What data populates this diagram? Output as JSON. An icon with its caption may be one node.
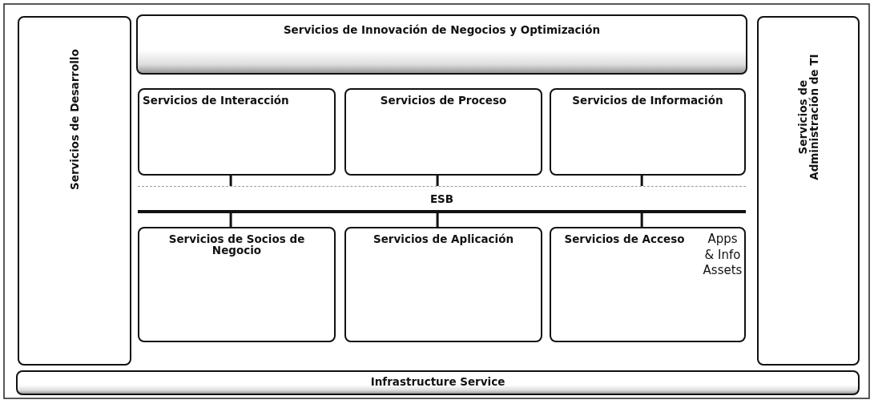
{
  "diagram": {
    "nodes": [
      {
        "text": [
          "Servicios de Desarrollo"
        ]
      },
      {
        "text": [
          "Servicios de Innovación de Negocios y Optimización"
        ]
      },
      {
        "text": [
          "Servicios de Administración de TI"
        ]
      },
      {
        "text": [
          "Servicios de Interacción"
        ]
      },
      {
        "text": [
          "Servicios de Proceso"
        ]
      },
      {
        "text": [
          "Servicios de Información"
        ]
      },
      {
        "text": [
          "ESB"
        ]
      },
      {
        "text": [
          "Servicios de Socios de Negocio"
        ]
      },
      {
        "text": [
          "Servicios de Aplicación"
        ]
      },
      {
        "text": [
          "Servicios de Acceso",
          "Apps & Info Assets"
        ]
      },
      {
        "text": [
          "Infrastructure Service"
        ]
      }
    ],
    "edges": [
      {
        "from": 3,
        "to": 6,
        "arrow": "none"
      },
      {
        "from": 4,
        "to": 6,
        "arrow": "none"
      },
      {
        "from": 5,
        "to": 6,
        "arrow": "none"
      },
      {
        "from": 6,
        "to": 7,
        "arrow": "none"
      },
      {
        "from": 6,
        "to": 8,
        "arrow": "none"
      },
      {
        "from": 6,
        "to": 9,
        "arrow": "none"
      }
    ]
  }
}
